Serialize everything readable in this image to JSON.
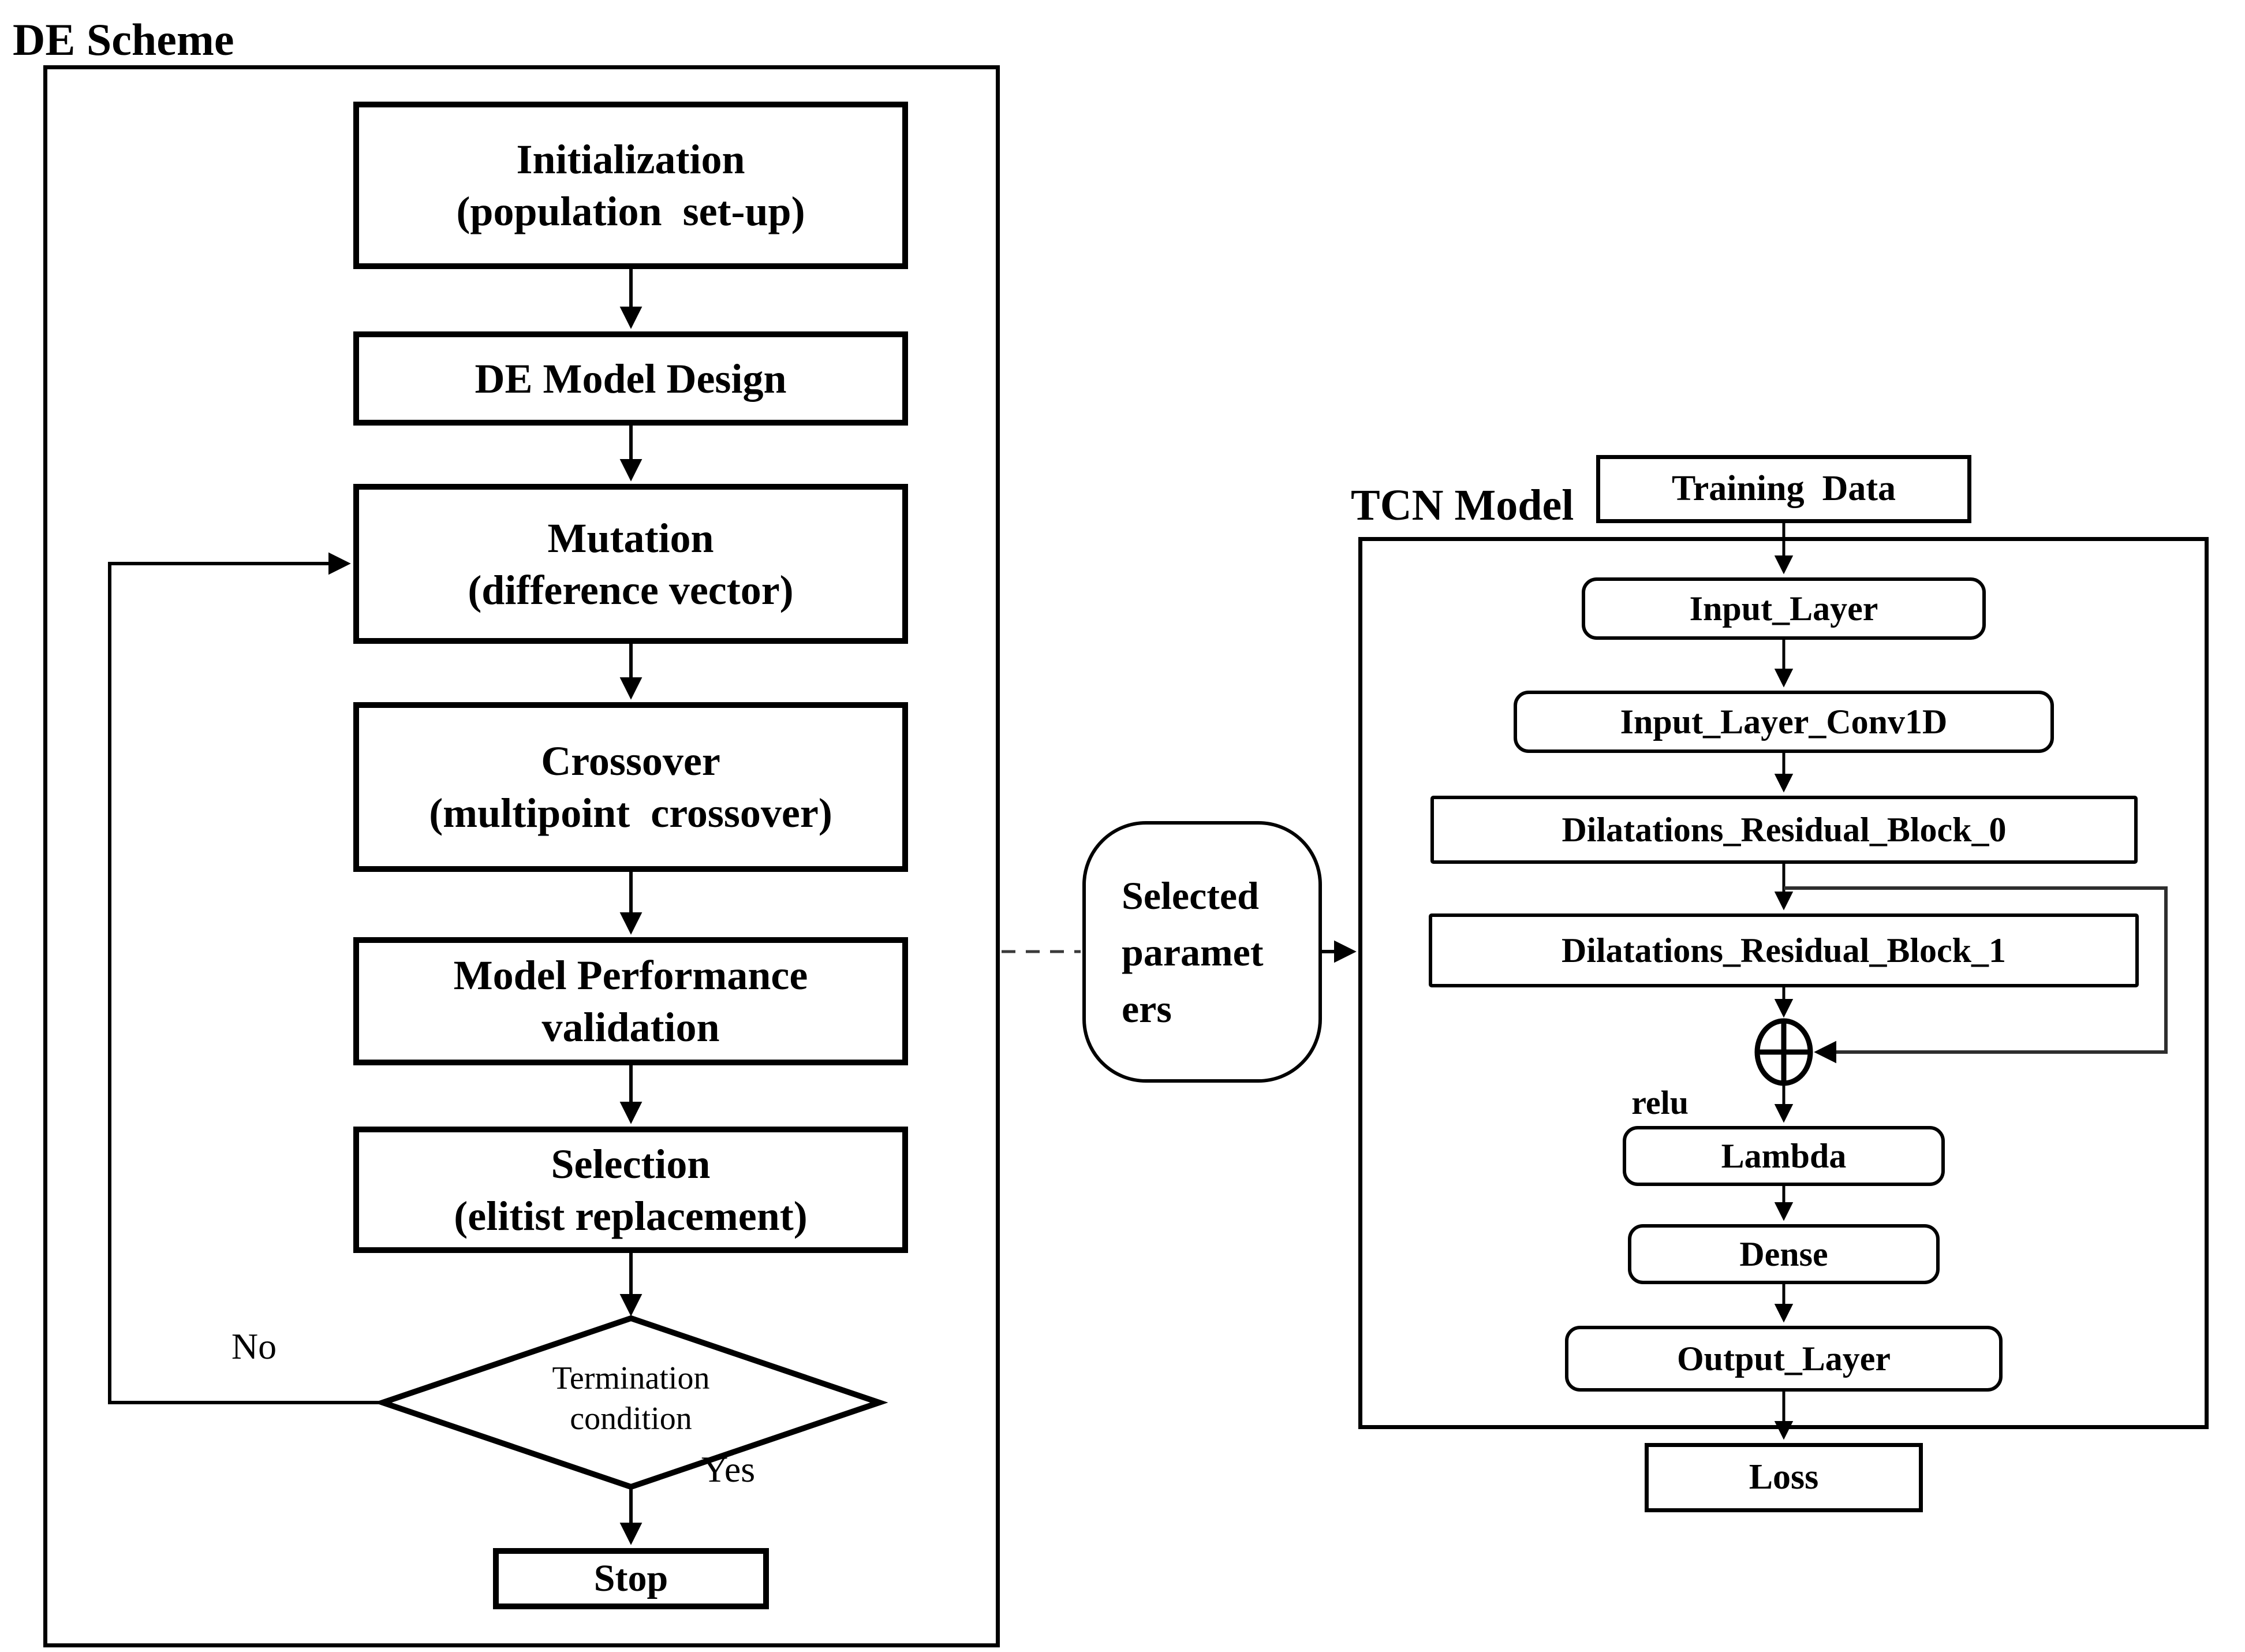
{
  "de_scheme": {
    "title": "DE Scheme",
    "steps": [
      {
        "label": "Initialization\n(population  set-up)"
      },
      {
        "label": "DE Model Design"
      },
      {
        "label": "Mutation\n(difference vector)"
      },
      {
        "label": "Crossover\n(multipoint  crossover)"
      },
      {
        "label": "Model Performance\nvalidation"
      },
      {
        "label": "Selection\n(elitist replacement)"
      }
    ],
    "decision": {
      "label": "Termination\ncondition",
      "no_label": "No",
      "yes_label": "Yes"
    },
    "stop_label": "Stop"
  },
  "link": {
    "label": "Selected\nparamet\ners"
  },
  "tcn_model": {
    "title": "TCN Model",
    "training_data": "Training  Data",
    "layers": [
      "Input_Layer",
      "Input_Layer_Conv1D",
      "Dilatations_Residual_Block_0",
      "Dilatations_Residual_Block_1",
      "Lambda",
      "Dense",
      "Output_Layer"
    ],
    "relu_label": "relu",
    "loss_label": "Loss",
    "merge_icon": "circled-plus"
  },
  "colors": {
    "ink": "#000000",
    "paper": "#ffffff",
    "skip_line": "#2e2e2e"
  }
}
